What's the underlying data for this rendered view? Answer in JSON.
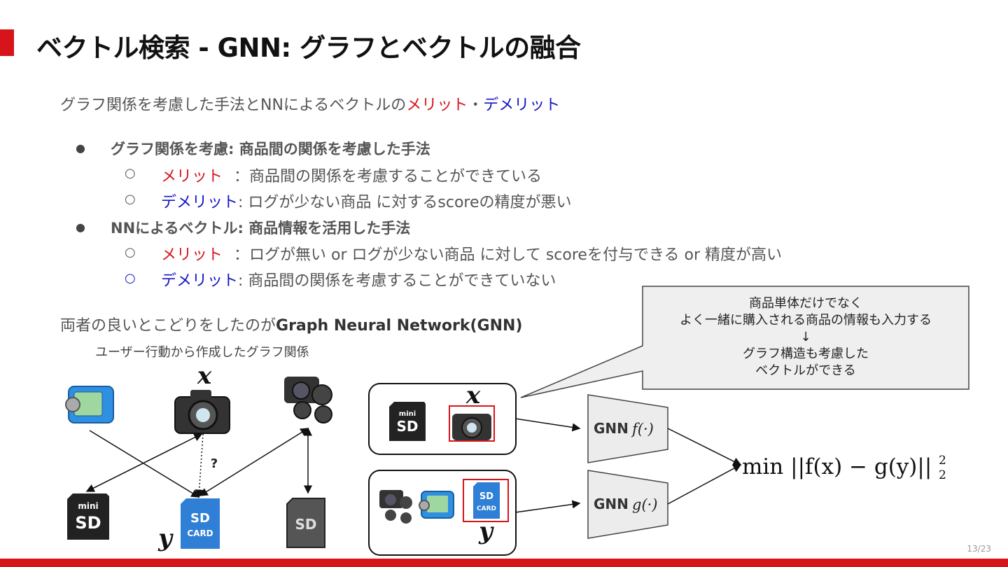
{
  "slide": {
    "title": "ベクトル検索 - GNN: グラフとベクトルの融合",
    "page_number": "13/23"
  },
  "intro": {
    "prefix": "グラフ関係を考慮した手法とNNによるベクトルの",
    "merit": "メリット",
    "separator": "・",
    "demerit": "デメリット"
  },
  "bullets": [
    {
      "heading": "グラフ関係を考慮: 商品間の関係を考慮した手法",
      "merit_label": "メリット",
      "merit_text": "：商品間の関係を考慮することができている",
      "demerit_label": "デメリット",
      "demerit_text": ": ログが少ない商品 に対するscoreの精度が悪い"
    },
    {
      "heading": "NNによるベクトル: 商品情報を活用した手法",
      "merit_label": "メリット",
      "merit_text": "：ログが無い or ログが少ない商品 に対して scoreを付与できる or 精度が高い",
      "demerit_label": "デメリット",
      "demerit_text": ": 商品間の関係を考慮することができていない"
    }
  ],
  "markers": {
    "bullet": "●",
    "sub_bullet": "○"
  },
  "summary": {
    "prefix": "両者の良いとこどりをしたのが",
    "emphasis": "Graph Neural Network(GNN)"
  },
  "graph_caption": "ユーザー行動から作成したグラフ関係",
  "callout": {
    "lines": [
      "商品単体だけでなく",
      "よく一緒に購入される商品の情報も入力する",
      "↓",
      "グラフ構造も考慮した",
      "ベクトルができる"
    ]
  },
  "graph": {
    "x_label": "x",
    "y_label": "y",
    "question_mark": "?",
    "sd_card_text": [
      "SD",
      "CARD"
    ],
    "mini_sd_text": [
      "mini",
      "SD"
    ],
    "plain_sd_text": "SD"
  },
  "pipeline": {
    "gnn_f_label": "GNN",
    "gnn_f_func": "f(·)",
    "gnn_g_label": "GNN",
    "gnn_g_func": "g(·)",
    "x_label": "x",
    "y_label": "y",
    "loss": "min ||f(x) − g(y)||",
    "loss_sup": "2",
    "loss_sub": "2"
  },
  "colors": {
    "accent": "#d7141a",
    "merit": "#d7141a",
    "demerit": "#1414c8",
    "sd_blue": "#2f7fd6",
    "box_gray": "#efefef"
  }
}
